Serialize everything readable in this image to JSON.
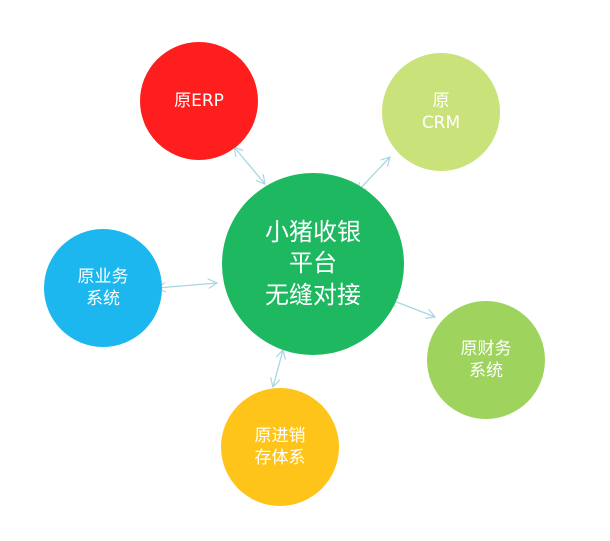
{
  "center": {
    "lines": [
      "小猪收银",
      "平台",
      "无缝对接"
    ],
    "color": "#1DB860"
  },
  "nodes": {
    "erp": {
      "lines": [
        "原ERP"
      ],
      "color": "#FF1E1E"
    },
    "crm": {
      "lines": [
        "原",
        "CRM"
      ],
      "color": "#C9E27A"
    },
    "business": {
      "lines": [
        "原业务",
        "系统"
      ],
      "color": "#1DB7F0"
    },
    "finance": {
      "lines": [
        "原财务",
        "系统"
      ],
      "color": "#9ED35E"
    },
    "inventory": {
      "lines": [
        "原进销",
        "存体系"
      ],
      "color": "#FFC41A"
    }
  },
  "arrow_color": "#A9D7E0"
}
